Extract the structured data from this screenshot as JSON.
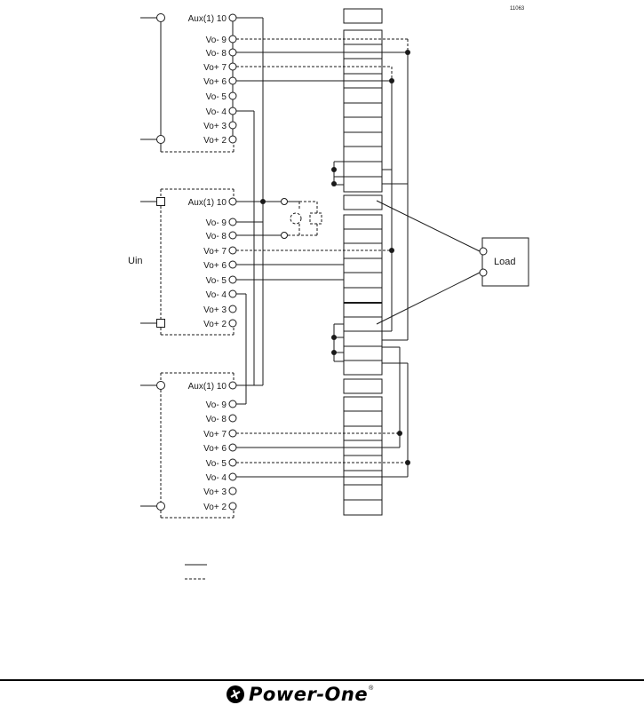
{
  "figure_code": "11063",
  "input_label": "Uin",
  "load_label": "Load",
  "modules": [
    {
      "pins": [
        "Aux(1) 10",
        "Vo- 9",
        "Vo- 8",
        "Vo+ 7",
        "Vo+ 6",
        "Vo- 5",
        "Vo- 4",
        "Vo+ 3",
        "Vo+ 2"
      ]
    },
    {
      "pins": [
        "Aux(1) 10",
        "Vo- 9",
        "Vo- 8",
        "Vo+ 7",
        "Vo+ 6",
        "Vo- 5",
        "Vo- 4",
        "Vo+ 3",
        "Vo+ 2"
      ]
    },
    {
      "pins": [
        "Aux(1) 10",
        "Vo- 9",
        "Vo- 8",
        "Vo+ 7",
        "Vo+ 6",
        "Vo- 5",
        "Vo- 4",
        "Vo+ 3",
        "Vo+ 2"
      ]
    }
  ],
  "legend": {
    "solid_line": "",
    "dashed_line": ""
  },
  "logo": {
    "brand": "Power-One",
    "reg_mark": "®"
  },
  "colors": {
    "line": "#1a1a1a",
    "background": "#ffffff"
  }
}
